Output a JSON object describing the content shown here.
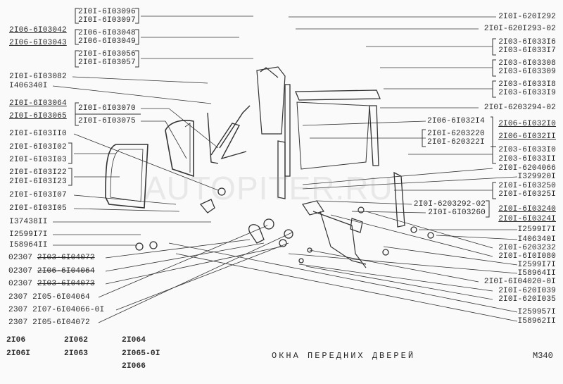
{
  "title": "ОКНА ПЕРЕДНИХ ДВЕРЕЙ",
  "sheet_code": "M340",
  "watermark": "AUTOPITER.RU",
  "left": {
    "kit_a": [
      "2I06-6I03042",
      "2I06-6I03043"
    ],
    "group_a": [
      "2I0I-6I03096",
      "2I0I-6I03097",
      "2I06-6I03048",
      "2I06-6I03049",
      "2I0I-6I03056",
      "2I0I-6I03057"
    ],
    "p1": "2I0I-6I03082",
    "p2": "I406340I",
    "kit_b": [
      "2I0I-6I03064",
      "2I0I-6I03065"
    ],
    "group_b": [
      "2I0I-6I03070",
      "2I0I-6I03075"
    ],
    "p3": "2I0I-6I03II0",
    "pair_c": [
      "2I0I-6I03I02",
      "2I0I-6I03I03"
    ],
    "pair_d": [
      "2I0I-6I03I22",
      "2I0I-6I03I23"
    ],
    "p4": "2I0I-6I03I07",
    "p5": "2I0I-6I03I05",
    "p6": "I37438II",
    "p7": "I2599I7I",
    "p8": "I58964II",
    "handles": [
      {
        "prefix": "02307",
        "part": "2I03-6I04072"
      },
      {
        "prefix": "02307",
        "part": "2I06-6I04064"
      },
      {
        "prefix": "02307",
        "part": "2I03-6I04073"
      },
      {
        "prefix": "2307",
        "part": "2I05-6I04064"
      },
      {
        "prefix": "2307",
        "part": "2I07-6I04066-0I"
      },
      {
        "prefix": "2307",
        "part": "2I05-6I04072"
      }
    ]
  },
  "right": {
    "r1": "2I0I-620I292",
    "r2": "2I0I-620I293-02",
    "pair_a": [
      "2I03-6I033I6",
      "2I03-6I033I7"
    ],
    "pair_b": [
      "2I03-6I03308",
      "2I03-6I03309"
    ],
    "pair_c": [
      "2I03-6I033I8",
      "2I03-6I033I9"
    ],
    "r3": "2I0I-6203294-02",
    "r4": "2I06-6I032I4",
    "pair_d": [
      "2I0I-6203220",
      "2I0I-620322I"
    ],
    "kit_e": [
      "2I06-6I032I0",
      "2I06-6I032II"
    ],
    "pair_f": [
      "2I03-6I033I0",
      "2I03-6I033II"
    ],
    "r5": "2I0I-6204066",
    "r6": "I329920I",
    "pair_g": [
      "2I0I-6I03250",
      "2I0I-6I0325I"
    ],
    "pair_h": [
      "2I0I-6203292-02",
      "2I0I-6I03260"
    ],
    "kit_i": [
      "2I0I-6I03240",
      "2I0I-6I0324I"
    ],
    "list": [
      "I2599I7I",
      "I406340I",
      "2I0I-6203232",
      "2I0I-6I0I080",
      "I2599I7I",
      "I58964II",
      "2I0I-6I04020-0I",
      "2I0I-620I039",
      "2I0I-620I035",
      "I259957I",
      "I58962II"
    ]
  },
  "models": [
    "2I06",
    "2I06I",
    "2I062",
    "2I063",
    "2I064",
    "2I065-0I",
    "2I066"
  ]
}
